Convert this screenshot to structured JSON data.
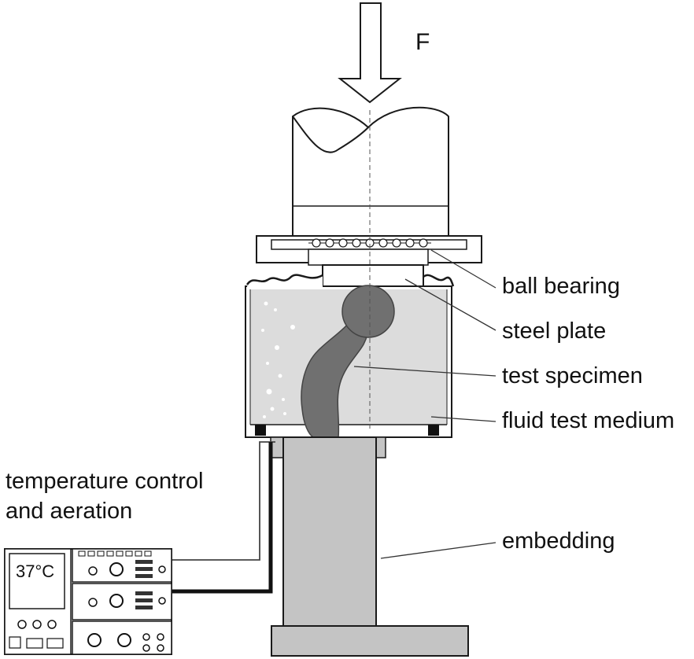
{
  "labels": {
    "force": "F",
    "ball_bearing": "ball bearing",
    "steel_plate": "steel plate",
    "test_specimen": "test specimen",
    "fluid_test_medium": "fluid test medium",
    "temperature_control_line1": "temperature control",
    "temperature_control_line2": "and aeration",
    "embedding": "embedding"
  },
  "device": {
    "display_value": "37°C"
  },
  "colors": {
    "fluid": "#dcdcdc",
    "specimen": "#707070",
    "embedding": "#c4c4c4",
    "outline": "#1a1a1a"
  }
}
